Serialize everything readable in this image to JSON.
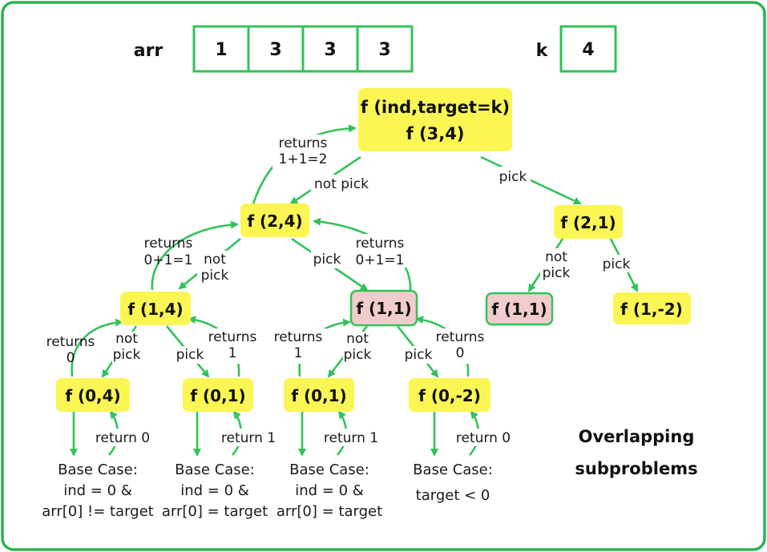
{
  "colors": {
    "accent_green": "#33c25a",
    "node_yellow": "#fbf653",
    "node_pink": "#f2cccc",
    "frame_green": "#2fb24e"
  },
  "array": {
    "label": "arr",
    "values": [
      "1",
      "3",
      "3",
      "3"
    ]
  },
  "k": {
    "label": "k",
    "value": "4"
  },
  "root": {
    "line1": "f (ind,target=k)",
    "line2": "f (3,4)"
  },
  "nodes": {
    "n24": "f (2,4)",
    "n21": "f (2,1)",
    "n14": "f (1,4)",
    "n11a": "f (1,1)",
    "n11b": "f (1,1)",
    "n1m2": "f (1,-2)",
    "n04": "f (0,4)",
    "n01a": "f (0,1)",
    "n01b": "f (0,1)",
    "n0m2": "f (0,-2)"
  },
  "labels": {
    "not_pick": "not pick",
    "not": "not",
    "pick": "pick",
    "returns": "returns",
    "returns_root_val": "1+1=2",
    "returns_01": "0+1=1",
    "val_0": "0",
    "val_1": "1",
    "return_0": "return 0",
    "return_1": "return 1"
  },
  "base_cases": {
    "b1": [
      "Base Case:",
      "ind = 0 &",
      "arr[0] != target"
    ],
    "b2": [
      "Base Case:",
      "ind = 0 &",
      "arr[0] = target"
    ],
    "b3": [
      "Base Case:",
      "ind = 0 &",
      "arr[0] = target"
    ],
    "b4": [
      "Base Case:",
      "target < 0"
    ]
  },
  "note": [
    "Overlapping",
    "subproblems"
  ]
}
